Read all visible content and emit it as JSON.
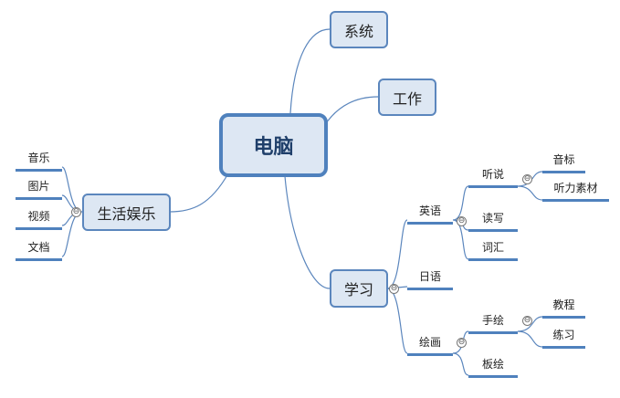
{
  "root": "电脑",
  "branches": {
    "system": "系统",
    "work": "工作",
    "life": "生活娱乐",
    "study": "学习"
  },
  "life_items": [
    "音乐",
    "图片",
    "视频",
    "文档"
  ],
  "study": {
    "english": "英语",
    "listening": "听说",
    "phonetics": "音标",
    "listening_material": "听力素材",
    "reading": "读写",
    "vocab": "词汇",
    "japanese": "日语",
    "drawing": "绘画",
    "hand": "手绘",
    "tutorial": "教程",
    "practice": "练习",
    "tablet": "板绘"
  },
  "collapse_symbol": "⊖"
}
